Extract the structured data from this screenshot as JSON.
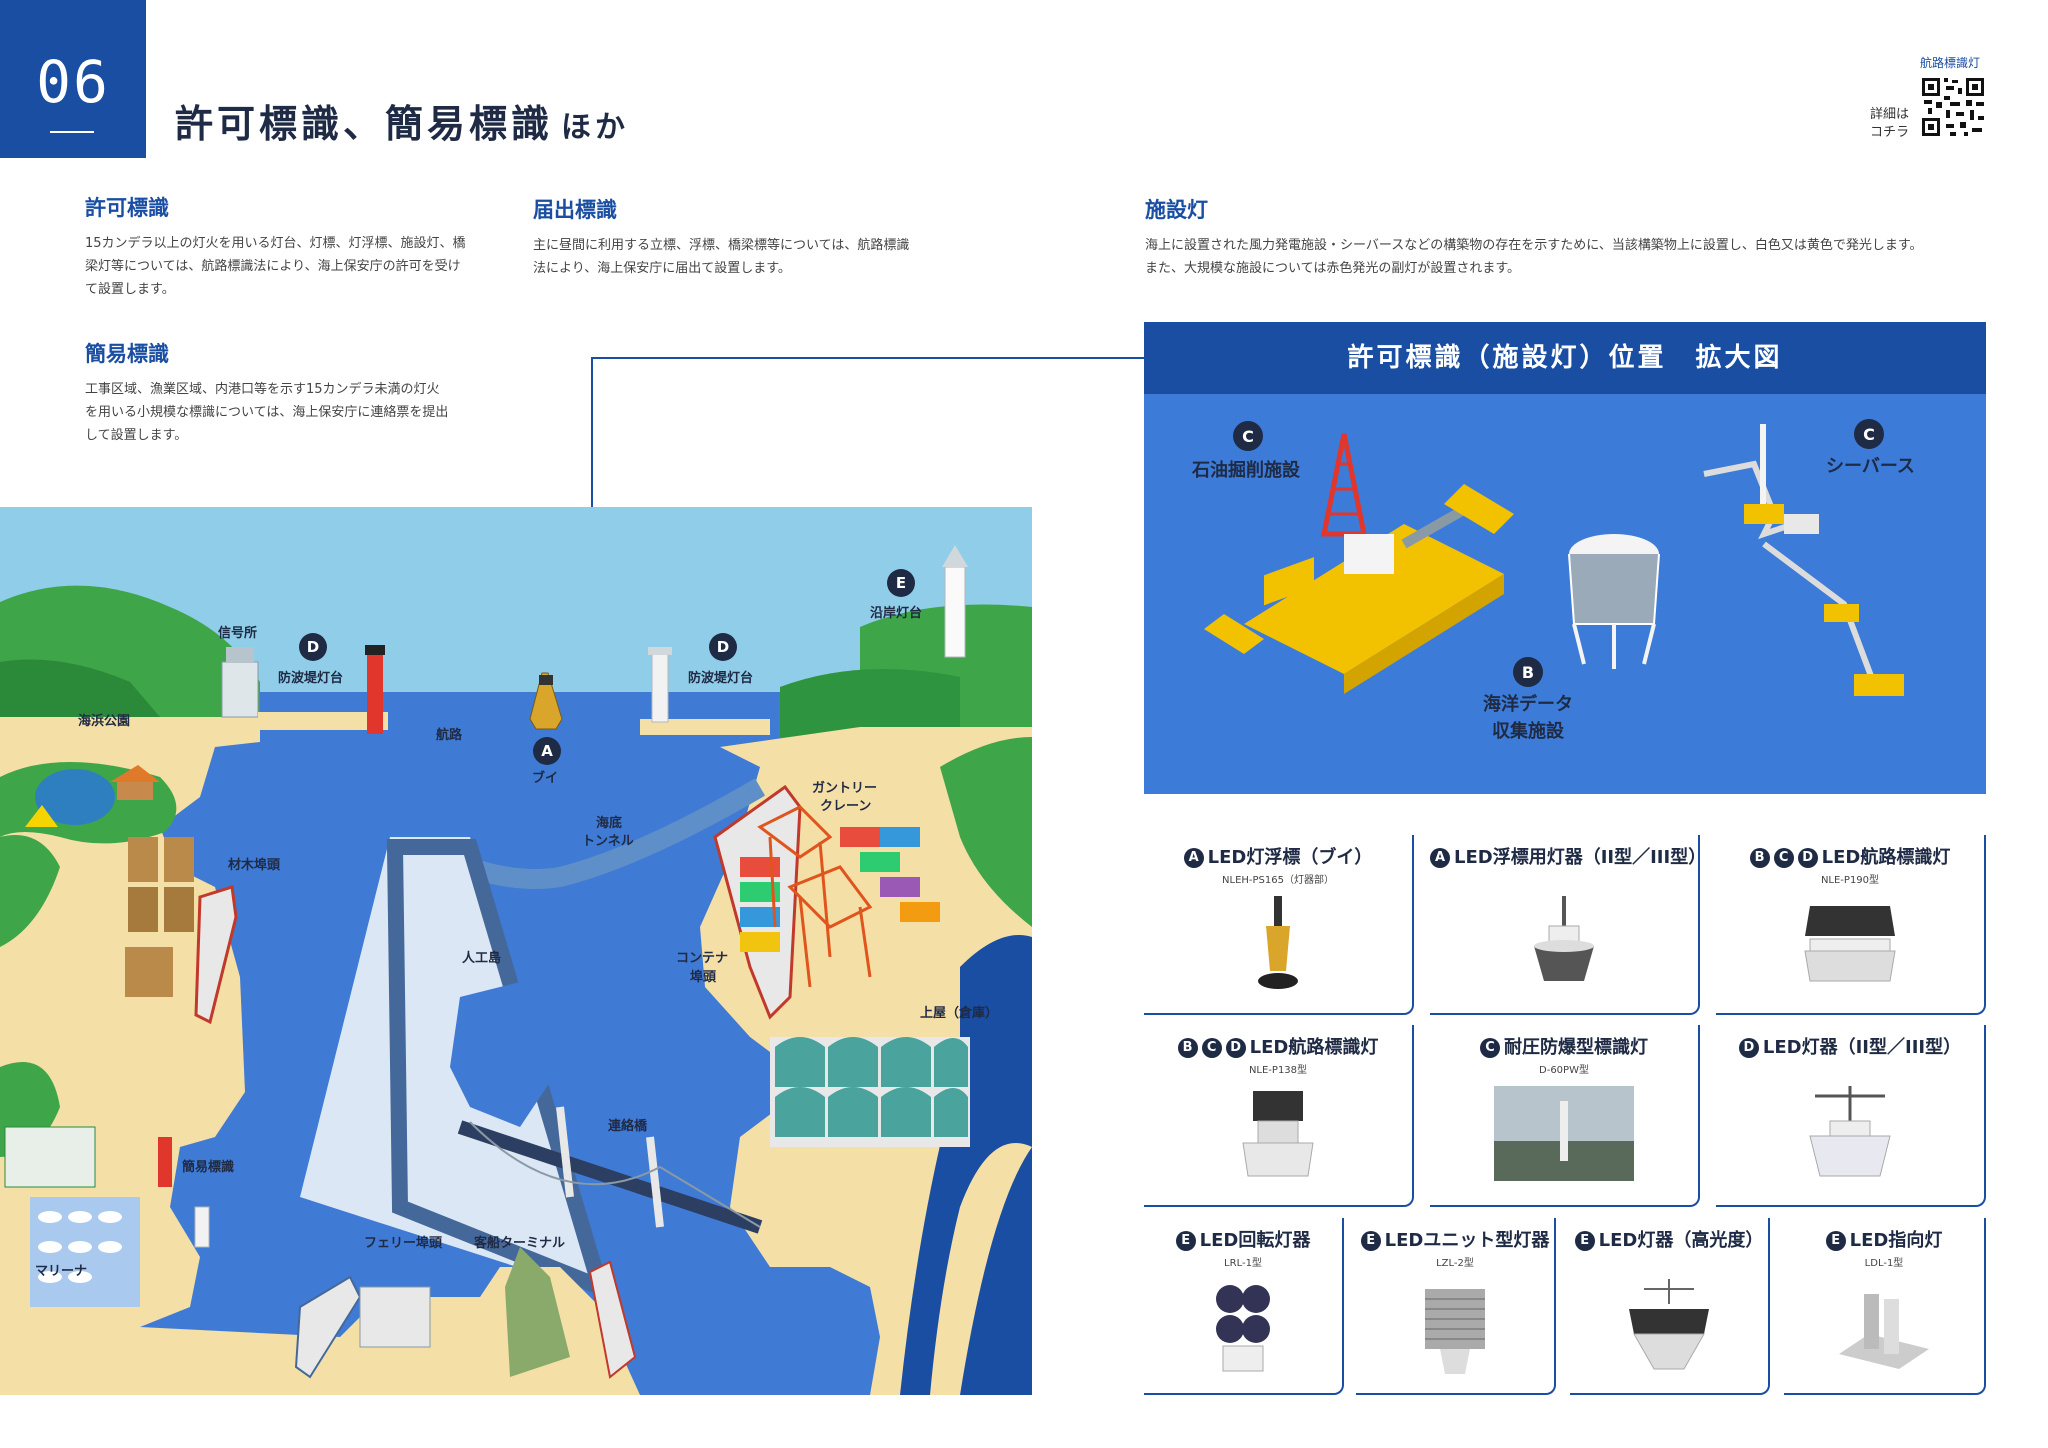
{
  "chapter": {
    "number": "06"
  },
  "page_title": {
    "main": "許可標識、簡易標識",
    "suffix": "ほか"
  },
  "qr": {
    "label": "航路標識灯",
    "caption_line1": "詳細は",
    "caption_line2": "コチラ"
  },
  "sections": {
    "kyoka": {
      "heading": "許可標識",
      "lines": [
        "15カンデラ以上の灯火を用いる灯台、灯標、灯浮標、施設灯、橋",
        "梁灯等については、航路標識法により、海上保安庁の許可を受け",
        "て設置します。"
      ]
    },
    "kani": {
      "heading": "簡易標識",
      "lines": [
        "工事区域、漁業区域、内港口等を示す15カンデラ未満の灯火",
        "を用いる小規模な標識については、海上保安庁に連絡票を提出",
        "して設置します。"
      ]
    },
    "todokede": {
      "heading": "届出標識",
      "lines": [
        "主に昼間に利用する立標、浮標、橋梁標等については、航路標識",
        "法により、海上保安庁に届出て設置します。"
      ]
    },
    "shisetsu": {
      "heading": "施設灯",
      "lines": [
        "海上に設置された風力発電施設・シーバースなどの構築物の存在を示すために、当該構築物上に設置し、白色又は黄色で発光します。",
        "また、大規模な施設については赤色発光の副灯が設置されます。"
      ]
    }
  },
  "map": {
    "labels": {
      "shingosho": "信号所",
      "bohatei_left": "防波堤灯台",
      "bohatei_right": "防波堤灯台",
      "engan": "沿岸灯台",
      "kaihin": "海浜公園",
      "koro": "航路",
      "buoy": "ブイ",
      "kaitei1": "海底",
      "kaitei2": "トンネル",
      "gantry1": "ガントリー",
      "gantry2": "クレーン",
      "zaimoku": "材木埠頭",
      "jinkojima": "人工島",
      "container1": "コンテナ",
      "container2": "埠頭",
      "uwaya": "上屋（倉庫）",
      "renraku": "連絡橋",
      "kani_hyoshiki": "簡易標識",
      "ferry": "フェリー埠頭",
      "kyakusen": "客船ターミナル",
      "marina": "マリーナ"
    },
    "badges": {
      "a": "A",
      "d1": "D",
      "d2": "D",
      "e": "E"
    }
  },
  "detail": {
    "heading": "許可標識（施設灯）位置　拡大図",
    "oil_label": "石油掘削施設",
    "seaberth_label": "シーバース",
    "ocean1": "海洋データ",
    "ocean2": "収集施設",
    "badges": {
      "oil": "C",
      "seaberth": "C",
      "ocean": "B"
    }
  },
  "products": [
    {
      "badges": [
        "A"
      ],
      "name": "LED灯浮標（ブイ）",
      "model": "NLEH-PS165（灯器部）"
    },
    {
      "badges": [
        "A"
      ],
      "name": "LED浮標用灯器（II型／III型）",
      "model": ""
    },
    {
      "badges": [
        "B",
        "C",
        "D"
      ],
      "name": "LED航路標識灯",
      "model": "NLE-P190型"
    },
    {
      "badges": [
        "B",
        "C",
        "D"
      ],
      "name": "LED航路標識灯",
      "model": "NLE-P138型"
    },
    {
      "badges": [
        "C"
      ],
      "name": "耐圧防爆型標識灯",
      "model": "D-60PW型"
    },
    {
      "badges": [
        "D"
      ],
      "name": "LED灯器（II型／III型）",
      "model": ""
    },
    {
      "badges": [
        "E"
      ],
      "name": "LED回転灯器",
      "model": "LRL-1型"
    },
    {
      "badges": [
        "E"
      ],
      "name": "LEDユニット型灯器",
      "model": "LZL-2型"
    },
    {
      "badges": [
        "E"
      ],
      "name": "LED灯器（高光度）",
      "model": ""
    },
    {
      "badges": [
        "E"
      ],
      "name": "LED指向灯",
      "model": "LDL-1型"
    }
  ]
}
